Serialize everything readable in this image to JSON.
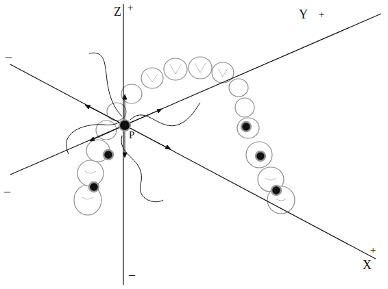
{
  "diagram": {
    "labels": [
      "Z",
      "+",
      "Y",
      "+",
      "–",
      "–",
      "P",
      "+",
      "X",
      "–"
    ]
  }
}
